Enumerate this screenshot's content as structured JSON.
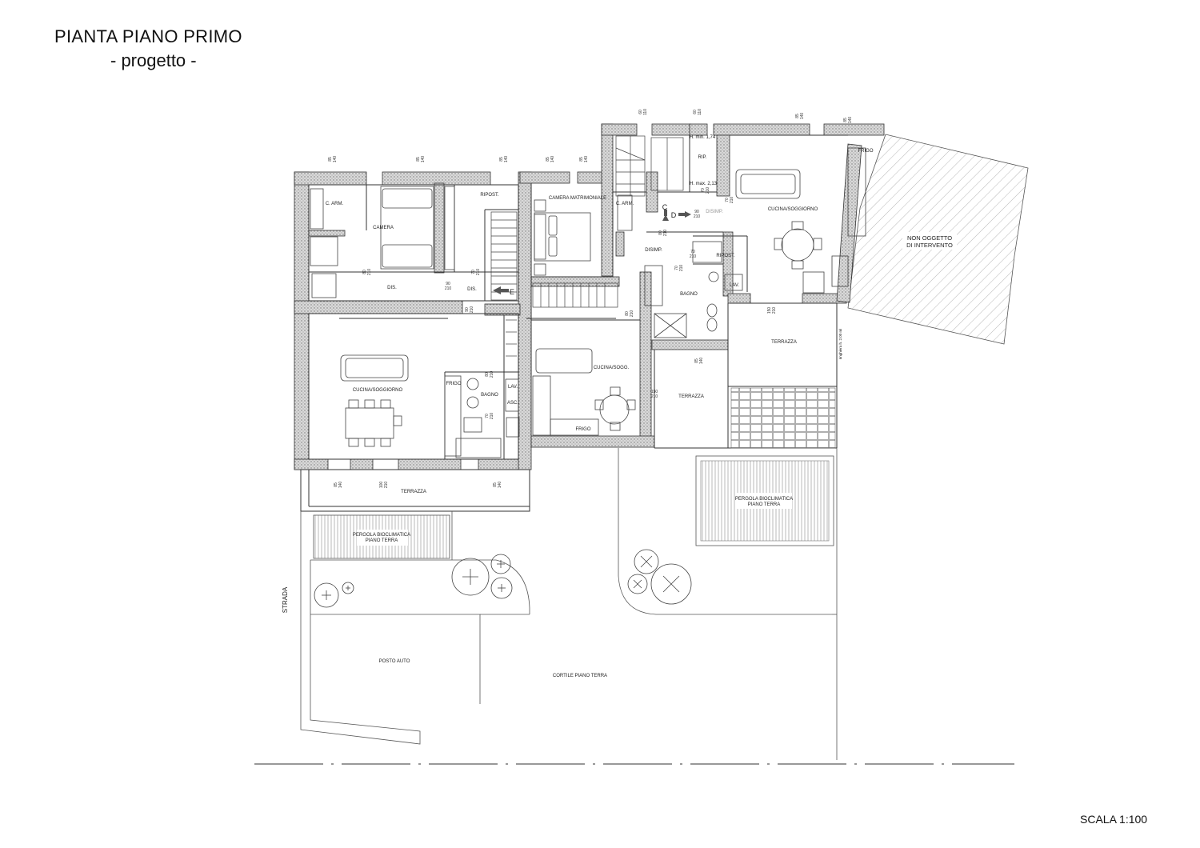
{
  "sheet": {
    "title": "PIANTA PIANO PRIMO",
    "subtitle": "- progetto -",
    "scale": "SCALA 1:100"
  },
  "rooms": {
    "c_arm_1": "C. ARM.",
    "camera": "CAMERA",
    "ripost_1": "RIPOST.",
    "camera_matrimoniale": "CAMERA MATRIMONIALE",
    "c_arm_2": "C. ARM.",
    "rip": "RIP.",
    "h_min": "H. min. 1,74",
    "h_max": "H. max. 2,13",
    "disimp_1": "DISIMP.",
    "disimp_2": "DISIMP.",
    "ripost_2": "RIPOST.",
    "bagno_1": "BAGNO",
    "lav_1": "LAV.",
    "cucina_soggiorno_1": "CUCINA/SOGGIORNO",
    "non_oggetto_1": "NON OGGETTO",
    "non_oggetto_2": "DI INTERVENTO",
    "dis_1": "DIS.",
    "dis_2": "DIS.",
    "cucina_soggiorno_2": "CUCINA/SOGGIORNO",
    "frigo_1": "FRIGO",
    "bagno_2": "BAGNO",
    "lav_2": "LAV.",
    "asc": "ASC.",
    "cucina_sogg": "CUCINA/SOGG.",
    "frigo_2": "FRIGO",
    "terrazza_1": "TERRAZZA",
    "terrazza_2": "TERRAZZA",
    "terrazza_3": "TERRAZZA",
    "frigo_3": "FRIGO",
    "pergola_1a": "PERGOLA BIOCLIMATICA",
    "pergola_1b": "PIANO TERRA",
    "pergola_2a": "PERGOLA BIOCLIMATICA",
    "pergola_2b": "PIANO TERRA",
    "strada": "STRADA",
    "posto_auto": "POSTO AUTO",
    "cortile": "CORTILE PIANO TERRA",
    "ringhiera": "ringhiera h. 2,00 ml"
  },
  "section_marks": {
    "c": "C",
    "d": "D",
    "e": "E"
  },
  "dims": {
    "d85": "85",
    "d140": "140",
    "d60": "60",
    "d110": "110",
    "d80": "80",
    "d90": "90",
    "d70": "70",
    "d150": "150",
    "d100": "100",
    "d210": "210"
  },
  "colors": {
    "line": "#2a2a2a",
    "thin_line": "#555555",
    "wall_hatch": "#8a8a8a",
    "background": "#ffffff"
  }
}
